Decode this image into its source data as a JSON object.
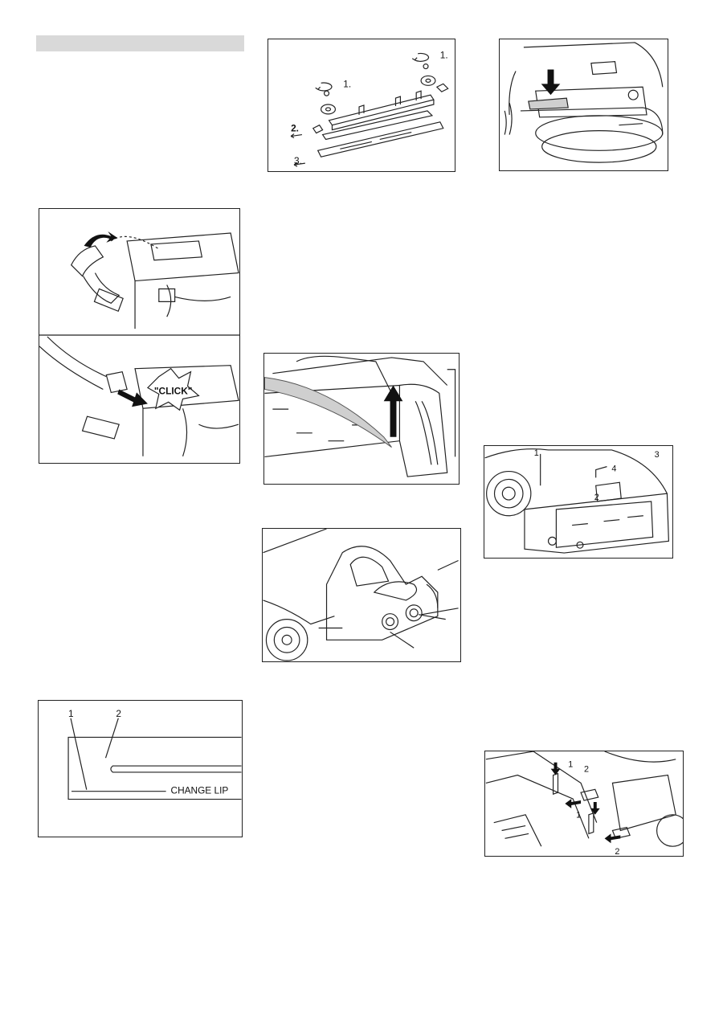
{
  "section_heading": "",
  "figures": {
    "squeegee_disassembly": {
      "step1a": "1.",
      "step1b": "1.",
      "step2": "2.",
      "step3": "3."
    },
    "tank_lever": {},
    "hose_connection": {
      "click_text": "\"CLICK\""
    },
    "tank_lift": {},
    "drain_outlets": {},
    "brush_head": {
      "l1": "1",
      "l2": "2",
      "l3": "3",
      "l4": "4"
    },
    "change_lip": {
      "l1": "1",
      "l2": "2",
      "text": "CHANGE LIP"
    },
    "pins": {
      "l1a": "1",
      "l1b": "1",
      "l2a": "2",
      "l2b": "2"
    }
  }
}
